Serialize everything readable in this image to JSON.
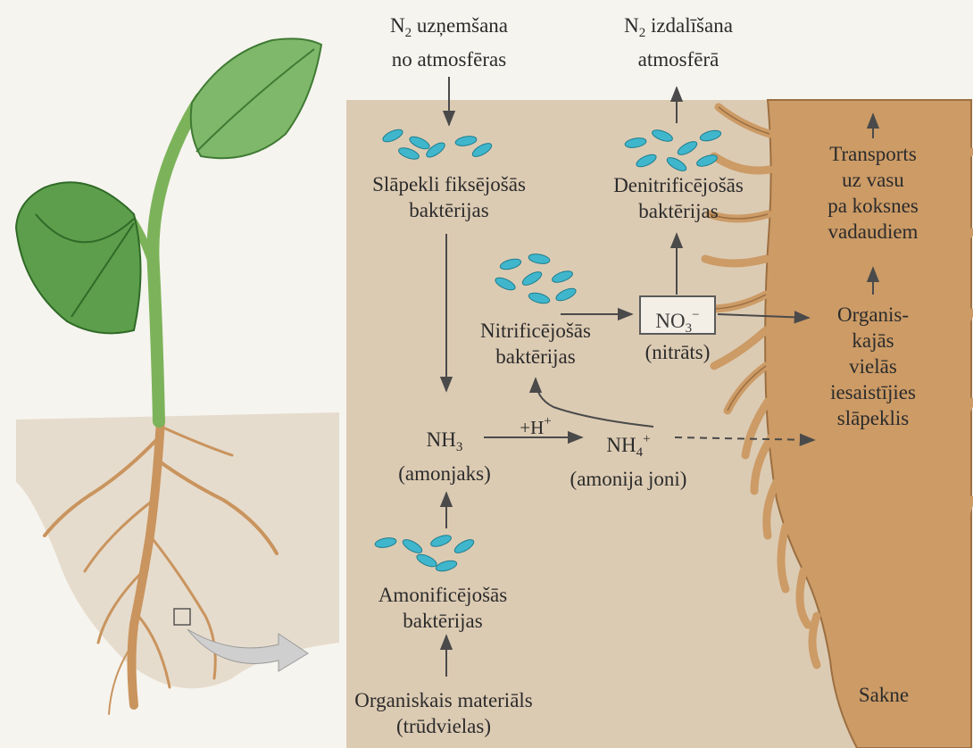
{
  "labels": {
    "n2_uptake": {
      "line1_sym": "N",
      "line1_sub": "2",
      "line1_rest": " uzņemšana",
      "line2": "no atmosfēras"
    },
    "n2_release": {
      "line1_sym": "N",
      "line1_sub": "2",
      "line1_rest": " izdalīšana",
      "line2": "atmosfērā"
    },
    "fixing_bacteria": {
      "line1": "Slāpekli fiksējošās",
      "line2": "baktērijas"
    },
    "denitrifying_bacteria": {
      "line1": "Denitrificējošās",
      "line2": "baktērijas"
    },
    "nitrifying_bacteria": {
      "line1": "Nitrificējošās",
      "line2": "baktērijas"
    },
    "nitrate": {
      "formula": "NO",
      "sub": "3",
      "sup": "−",
      "name": "(nitrāts)"
    },
    "ammonia": {
      "formula": "NH",
      "sub": "3",
      "name": "(amonjaks)"
    },
    "ammonium": {
      "formula": "NH",
      "sub": "4",
      "sup": "+",
      "name": "(amonija joni)"
    },
    "proton": {
      "text": "+H",
      "sup": "+"
    },
    "ammonifying_bacteria": {
      "line1": "Amonificējošās",
      "line2": "baktērijas"
    },
    "organic_material": {
      "line1": "Organiskais materiāls",
      "line2": "(trūdvielas)"
    },
    "transport": {
      "line1": "Transports",
      "line2": "uz vasu",
      "line3": "pa koksnes",
      "line4": "vadaudiem"
    },
    "organic_n": {
      "line1": "Organis-",
      "line2": "kajās",
      "line3": "vielās",
      "line4": "iesaistījies",
      "line5": "slāpeklis"
    },
    "root": "Sakne"
  },
  "colors": {
    "soil_panel": "#dccbb3",
    "root": "#cc9b66",
    "bacteria": "#3fb6cb",
    "leaf": "#58a14a",
    "stem": "#7cb35a",
    "arrow": "#4a4a4a"
  }
}
